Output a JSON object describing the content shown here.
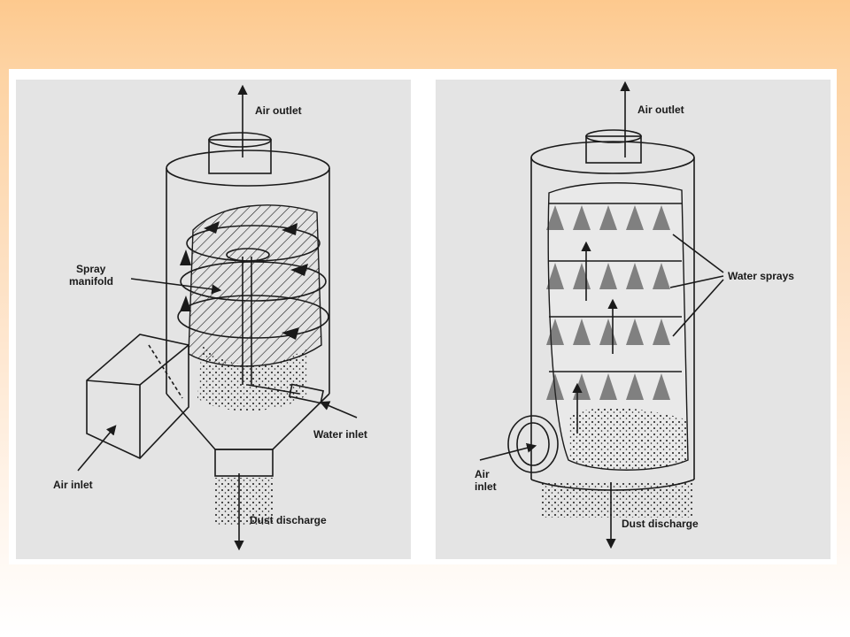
{
  "left_diagram": {
    "labels": {
      "air_outlet": "Air outlet",
      "spray_manifold_1": "Spray",
      "spray_manifold_2": "manifold",
      "water_inlet": "Water inlet",
      "air_inlet": "Air inlet",
      "dust_discharge": "Dust discharge"
    }
  },
  "right_diagram": {
    "labels": {
      "air_outlet": "Air outlet",
      "water_sprays": "Water sprays",
      "air_inlet_1": "Air",
      "air_inlet_2": "inlet",
      "dust_discharge": "Dust discharge"
    }
  },
  "colors": {
    "header_band": "#fdc98e",
    "panel_bg": "#e4e4e4",
    "ink": "#1a1a1a"
  }
}
